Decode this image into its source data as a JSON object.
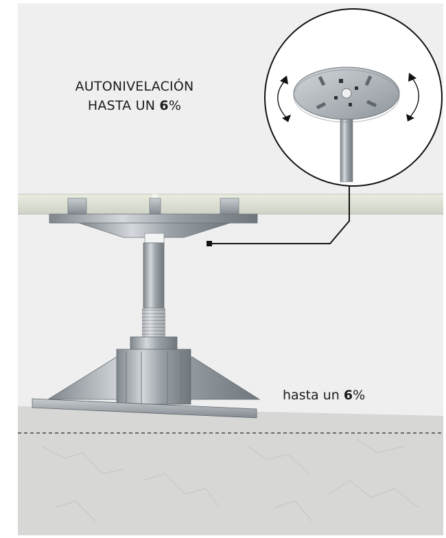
{
  "labels": {
    "autolevel_line1": "AUTONIVELACIÓN",
    "autolevel_line2_prefix": "HASTA UN ",
    "autolevel_value": "6",
    "autolevel_suffix": "%",
    "slope_prefix": "hasta un ",
    "slope_value": "6",
    "slope_suffix": "%"
  },
  "colors": {
    "background": "#efefef",
    "slab": "#e2e6da",
    "metal": "#a9afb5",
    "concrete": "#d6d6d4",
    "text": "#1b1b1b"
  },
  "icons": {
    "rotation_arrows": "curved-double-arrow-icon",
    "callout_marker": "square-bullet-icon"
  }
}
